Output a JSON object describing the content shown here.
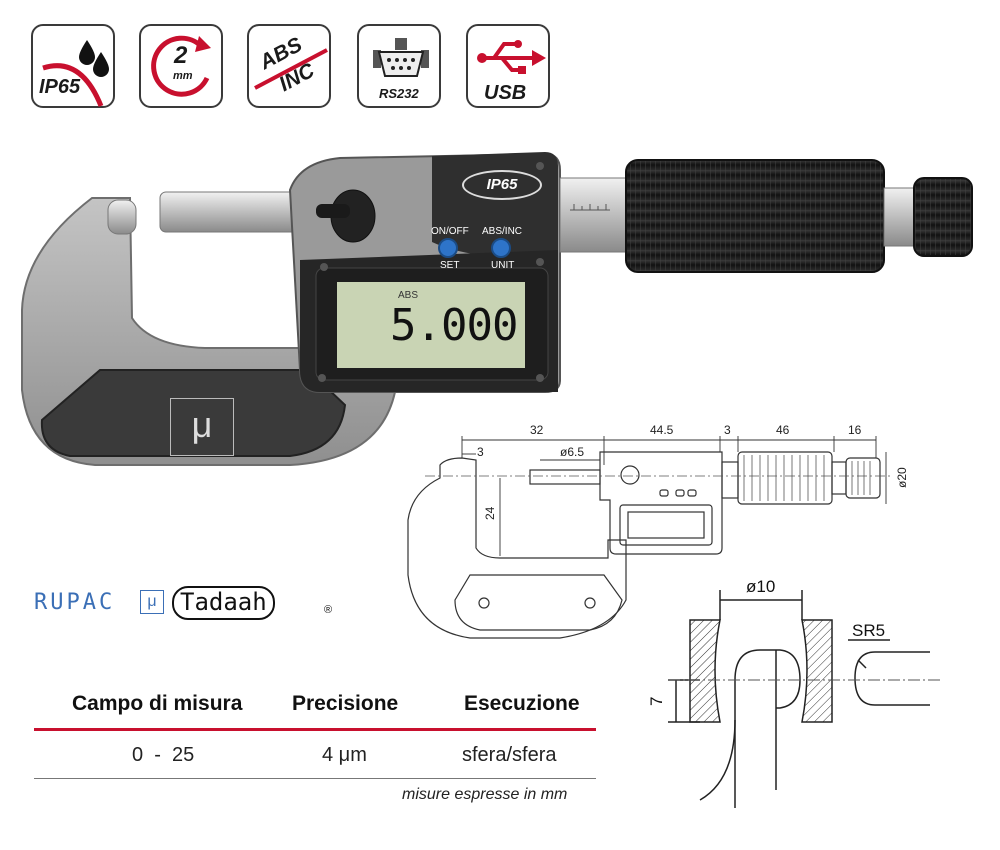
{
  "badges": {
    "ip65": "IP65",
    "rotation_value": "2",
    "rotation_unit": "mm",
    "abs": "ABS",
    "inc": "INC",
    "rs232": "RS232",
    "usb": "USB"
  },
  "device": {
    "badge_ip65": "IP65",
    "button1_top": "ON/OFF",
    "button1_bottom": "SET",
    "button2_top": "ABS/INC",
    "button2_bottom": "UNIT",
    "display_mode": "ABS",
    "display_value": "5.000",
    "frame_logo": "μ"
  },
  "drawing": {
    "dim_3_left": "3",
    "dim_32": "32",
    "dim_phi65": "ø6.5",
    "dim_445": "44.5",
    "dim_3_mid": "3",
    "dim_46": "46",
    "dim_16": "16",
    "dim_phi20": "ø20",
    "dim_24": "24"
  },
  "detail": {
    "dim_phi10": "ø10",
    "dim_sr5": "SR5",
    "dim_7": "7"
  },
  "brand": {
    "rupac": "RUPAC",
    "tadaah": "Tadaah",
    "registered": "®"
  },
  "table": {
    "headers": [
      "Campo di misura",
      "Precisione",
      "Esecuzione"
    ],
    "row": [
      "0  -  25",
      "4 μm",
      "sfera/sfera"
    ],
    "note": "misure espresse in mm"
  },
  "colors": {
    "accent_red": "#c8102e",
    "button_blue": "#2e74c9",
    "lcd_green": "#c9d4b4",
    "body_grey": "#a9a9a9"
  }
}
